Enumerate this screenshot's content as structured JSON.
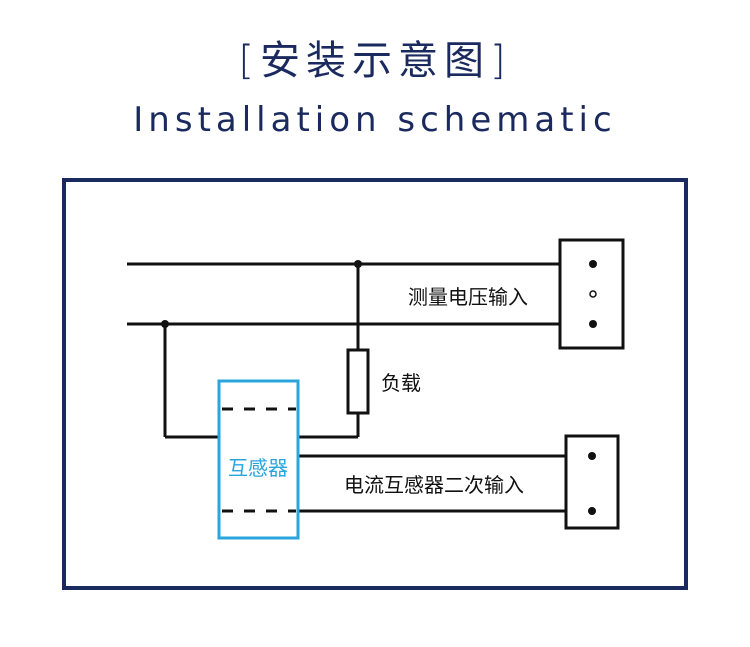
{
  "title_cn": "[安装示意图]",
  "title_en": "Installation schematic",
  "labels": {
    "voltage_input": "测量电压输入",
    "load": "负载",
    "transformer": "互感器",
    "ct_secondary_input": "电流互感器二次输入"
  },
  "colors": {
    "title": "#1b2a5e",
    "frame": "#1b2a5e",
    "wire": "#111111",
    "transformer": "#2aa6dc"
  }
}
